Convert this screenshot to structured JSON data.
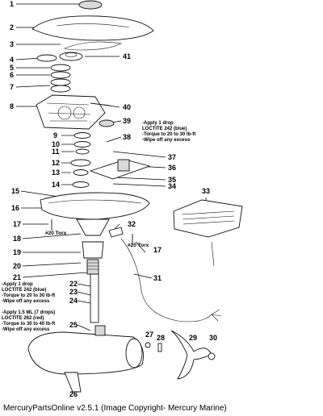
{
  "callouts": [
    "1",
    "2",
    "3",
    "4",
    "5",
    "6",
    "7",
    "8",
    "9",
    "10",
    "11",
    "12",
    "13",
    "14",
    "15",
    "16",
    "17",
    "18",
    "19",
    "20",
    "21",
    "22",
    "23",
    "24",
    "25",
    "26",
    "27",
    "28",
    "29",
    "30",
    "31",
    "32",
    "33",
    "34",
    "35",
    "36",
    "37",
    "38",
    "39",
    "40",
    "41",
    "17"
  ],
  "notes": {
    "upper": [
      "-Apply 1 drop",
      "LOCTITE 242 (blue)",
      "-Torque to 20 to 30 lb-ft",
      "-Wipe off any excess"
    ],
    "left": [
      "-Apply 1 drop",
      "LOCTITE 242 (blue)",
      "-Torque to 20 to 30 lb-ft",
      "-Wipe off any excess"
    ],
    "lower": [
      "-Apply 1.5 ML (7 drops)",
      "LOCTITE 262 (red)",
      "-Torque to 30 to 40 lb-ft",
      "-Wipe off any excess"
    ]
  },
  "torx_labels": [
    "#20 Torx",
    "#20 Torx"
  ],
  "footer": "MercuryPartsOnline v2.5.1 (Image Copyright- Mercury Marine)"
}
